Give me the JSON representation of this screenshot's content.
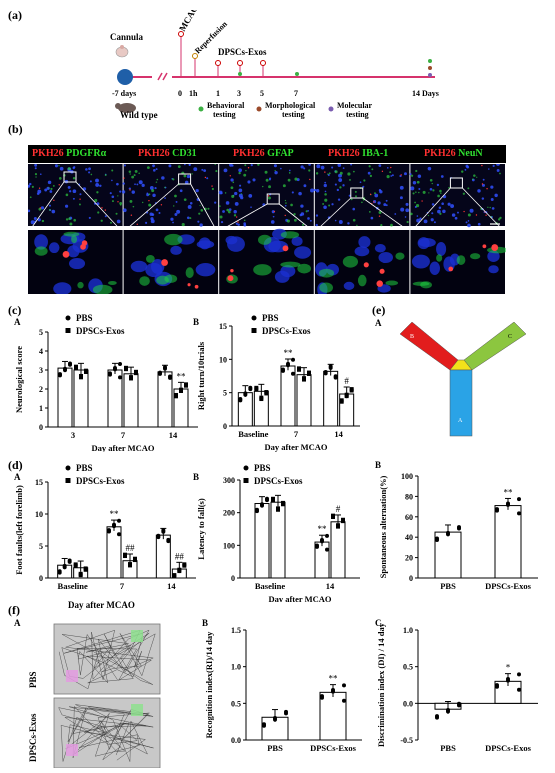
{
  "panels": {
    "a": "(a)",
    "b": "(b)",
    "c": "(c)",
    "d": "(d)",
    "e": "(e)",
    "f": "(f)"
  },
  "timeline": {
    "cannula": "Cannula",
    "wild_type": "Wild type",
    "events": [
      "MCAO",
      "Reperfusion",
      "DPSCs-Exos"
    ],
    "ticks": [
      "-7 days",
      "0",
      "1h",
      "1",
      "3",
      "5",
      "7",
      "14 Days"
    ],
    "legend": [
      {
        "label": "Behavioral testing",
        "line1": "Behavioral",
        "line2": "testing",
        "color": "#3cb043"
      },
      {
        "label": "Morphological testing",
        "line1": "Morphological",
        "line2": "testing",
        "color": "#9b4a2a"
      },
      {
        "label": "Molecular testing",
        "line1": "Molecular",
        "line2": "testing",
        "color": "#7a5db0"
      }
    ],
    "colors": {
      "line": "#d6336c",
      "dot": "#1f5fa8"
    }
  },
  "micro": {
    "headers": [
      {
        "red": "PKH26",
        "other": "PDGFRα"
      },
      {
        "red": "PKH26",
        "other": "CD31"
      },
      {
        "red": "PKH26",
        "other": "GFAP"
      },
      {
        "red": "PKH26",
        "other": "IBA-1"
      },
      {
        "red": "PKH26",
        "other": "NeuN"
      }
    ]
  },
  "legend_labels": {
    "pbs": "PBS",
    "exos": "DPSCs-Exos"
  },
  "axis_titles": {
    "day_after_mcao": "Day after MCAO"
  },
  "sub_labels": {
    "cA": "A",
    "cB": "B",
    "dA": "A",
    "dB": "B",
    "eA": "A",
    "eB": "B",
    "fA": "A",
    "fB": "B",
    "fC": "C"
  },
  "chart_data": [
    {
      "id": "c-A",
      "type": "bar",
      "ylabel": "Neurological score",
      "xlabel": "Day after MCAO",
      "categories": [
        "3",
        "7",
        "14"
      ],
      "ylim": [
        0,
        5
      ],
      "yticks": [
        0,
        1,
        2,
        3,
        4,
        5
      ],
      "series": [
        {
          "name": "PBS",
          "values": [
            3.1,
            3.0,
            2.9
          ]
        },
        {
          "name": "DPSCs-Exos",
          "values": [
            3.0,
            2.8,
            2.0
          ]
        }
      ],
      "annotations": [
        {
          "category": "14",
          "series": "DPSCs-Exos",
          "text": "**"
        }
      ]
    },
    {
      "id": "c-B",
      "type": "bar",
      "ylabel": "Right turn/10trials",
      "xlabel": "Day after MCAO",
      "categories": [
        "Baseline",
        "7",
        "14"
      ],
      "ylim": [
        0,
        15
      ],
      "yticks": [
        0,
        5,
        10,
        15
      ],
      "series": [
        {
          "name": "PBS",
          "values": [
            5.0,
            9.0,
            8.2
          ]
        },
        {
          "name": "DPSCs-Exos",
          "values": [
            5.2,
            7.7,
            4.8
          ]
        }
      ],
      "annotations": [
        {
          "category": "7",
          "series": "PBS",
          "text": "**"
        },
        {
          "category": "14",
          "series": "DPSCs-Exos",
          "text": "#"
        }
      ]
    },
    {
      "id": "d-A",
      "type": "bar",
      "ylabel": "Foot faults(left forelimb)",
      "xlabel": "Day after MCAO",
      "categories": [
        "Baseline",
        "7",
        "14"
      ],
      "ylim": [
        0,
        15
      ],
      "yticks": [
        0,
        5,
        10,
        15
      ],
      "series": [
        {
          "name": "PBS",
          "values": [
            2.0,
            8.0,
            6.7
          ]
        },
        {
          "name": "DPSCs-Exos",
          "values": [
            1.6,
            2.7,
            1.4
          ]
        }
      ],
      "annotations": [
        {
          "category": "7",
          "series": "PBS",
          "text": "**"
        },
        {
          "category": "7",
          "series": "DPSCs-Exos",
          "text": "##"
        },
        {
          "category": "14",
          "series": "DPSCs-Exos",
          "text": "##"
        }
      ]
    },
    {
      "id": "d-B",
      "type": "bar",
      "ylabel": "Latency to fall(s)",
      "xlabel": "Day after MCAO",
      "categories": [
        "Baseline",
        "14"
      ],
      "ylim": [
        0,
        300
      ],
      "yticks": [
        0,
        100,
        200,
        300
      ],
      "series": [
        {
          "name": "PBS",
          "values": [
            228,
            110
          ]
        },
        {
          "name": "DPSCs-Exos",
          "values": [
            232,
            172
          ]
        }
      ],
      "annotations": [
        {
          "category": "14",
          "series": "PBS",
          "text": "**"
        },
        {
          "category": "14",
          "series": "DPSCs-Exos",
          "text": "#"
        }
      ]
    },
    {
      "id": "e-B",
      "type": "bar",
      "ylabel": "Spontaneous alternation(%)",
      "categories": [
        "PBS",
        "DPSCs-Exos"
      ],
      "ylim": [
        0,
        100
      ],
      "yticks": [
        0,
        20,
        40,
        60,
        80,
        100
      ],
      "series": [
        {
          "name": "value",
          "values": [
            45,
            71
          ]
        }
      ],
      "annotations": [
        {
          "category": "DPSCs-Exos",
          "text": "**"
        }
      ]
    },
    {
      "id": "f-B",
      "type": "bar",
      "ylabel": "Recognition index(RI)/14 day",
      "categories": [
        "PBS",
        "DPSCs-Exos"
      ],
      "ylim": [
        0,
        1.5
      ],
      "yticks": [
        0.0,
        0.5,
        1.0,
        1.5
      ],
      "series": [
        {
          "name": "value",
          "values": [
            0.31,
            0.65
          ]
        }
      ],
      "annotations": [
        {
          "category": "DPSCs-Exos",
          "text": "**"
        }
      ]
    },
    {
      "id": "f-C",
      "type": "bar",
      "ylabel": "Discrimination index (DI) / 14 day",
      "categories": [
        "PBS",
        "DPSCs-Exos"
      ],
      "ylim": [
        -0.5,
        1.0
      ],
      "yticks": [
        -0.5,
        0.0,
        0.5,
        1.0
      ],
      "series": [
        {
          "name": "value",
          "values": [
            -0.08,
            0.3
          ]
        }
      ],
      "annotations": [
        {
          "category": "DPSCs-Exos",
          "text": "*"
        }
      ]
    }
  ],
  "ymaze": {
    "colors": {
      "arm_a": "#2aa3e6",
      "arm_b": "#e21d1d",
      "arm_c": "#8cc63f",
      "center": "#f2e21a"
    },
    "labels": {
      "a": "A",
      "b": "B",
      "c": "C"
    }
  },
  "track": {
    "rows": [
      "PBS",
      "DPSCs-Exos"
    ]
  }
}
